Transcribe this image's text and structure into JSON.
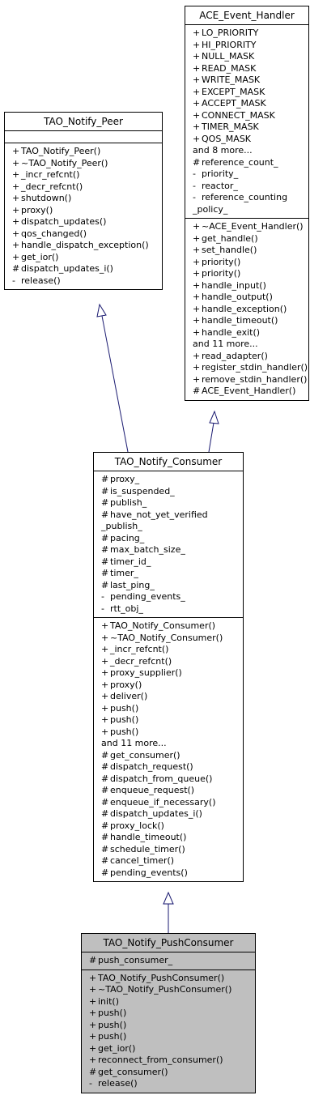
{
  "classes": {
    "ace_event_handler": {
      "name": "ACE_Event_Handler",
      "attributes": [
        {
          "v": "+",
          "t": "LO_PRIORITY"
        },
        {
          "v": "+",
          "t": "HI_PRIORITY"
        },
        {
          "v": "+",
          "t": "NULL_MASK"
        },
        {
          "v": "+",
          "t": "READ_MASK"
        },
        {
          "v": "+",
          "t": "WRITE_MASK"
        },
        {
          "v": "+",
          "t": "EXCEPT_MASK"
        },
        {
          "v": "+",
          "t": "ACCEPT_MASK"
        },
        {
          "v": "+",
          "t": "CONNECT_MASK"
        },
        {
          "v": "+",
          "t": "TIMER_MASK"
        },
        {
          "v": "+",
          "t": "QOS_MASK"
        },
        {
          "v": "",
          "t": "and 8 more..."
        },
        {
          "v": "#",
          "t": "reference_count_"
        },
        {
          "v": "-",
          "t": "priority_"
        },
        {
          "v": "-",
          "t": "reactor_"
        },
        {
          "v": "-",
          "t": "reference_counting"
        },
        {
          "v": "",
          "t": "_policy_"
        }
      ],
      "operations": [
        {
          "v": "+",
          "t": "~ACE_Event_Handler()"
        },
        {
          "v": "+",
          "t": "get_handle()"
        },
        {
          "v": "+",
          "t": "set_handle()"
        },
        {
          "v": "+",
          "t": "priority()"
        },
        {
          "v": "+",
          "t": "priority()"
        },
        {
          "v": "+",
          "t": "handle_input()"
        },
        {
          "v": "+",
          "t": "handle_output()"
        },
        {
          "v": "+",
          "t": "handle_exception()"
        },
        {
          "v": "+",
          "t": "handle_timeout()"
        },
        {
          "v": "+",
          "t": "handle_exit()"
        },
        {
          "v": "",
          "t": "and 11 more..."
        },
        {
          "v": "+",
          "t": "read_adapter()"
        },
        {
          "v": "+",
          "t": "register_stdin_handler()"
        },
        {
          "v": "+",
          "t": "remove_stdin_handler()"
        },
        {
          "v": "#",
          "t": "ACE_Event_Handler()"
        }
      ]
    },
    "tao_notify_peer": {
      "name": "TAO_Notify_Peer",
      "attributes": [],
      "operations": [
        {
          "v": "+",
          "t": "TAO_Notify_Peer()"
        },
        {
          "v": "+",
          "t": "~TAO_Notify_Peer()"
        },
        {
          "v": "+",
          "t": "_incr_refcnt()"
        },
        {
          "v": "+",
          "t": "_decr_refcnt()"
        },
        {
          "v": "+",
          "t": "shutdown()"
        },
        {
          "v": "+",
          "t": "proxy()"
        },
        {
          "v": "+",
          "t": "dispatch_updates()"
        },
        {
          "v": "+",
          "t": "qos_changed()"
        },
        {
          "v": "+",
          "t": "handle_dispatch_exception()"
        },
        {
          "v": "+",
          "t": "get_ior()"
        },
        {
          "v": "#",
          "t": "dispatch_updates_i()"
        },
        {
          "v": "-",
          "t": "release()"
        }
      ]
    },
    "tao_notify_consumer": {
      "name": "TAO_Notify_Consumer",
      "attributes": [
        {
          "v": "#",
          "t": "proxy_"
        },
        {
          "v": "#",
          "t": "is_suspended_"
        },
        {
          "v": "#",
          "t": "publish_"
        },
        {
          "v": "#",
          "t": "have_not_yet_verified"
        },
        {
          "v": "",
          "t": "_publish_"
        },
        {
          "v": "#",
          "t": "pacing_"
        },
        {
          "v": "#",
          "t": "max_batch_size_"
        },
        {
          "v": "#",
          "t": "timer_id_"
        },
        {
          "v": "#",
          "t": "timer_"
        },
        {
          "v": "#",
          "t": "last_ping_"
        },
        {
          "v": "-",
          "t": "pending_events_"
        },
        {
          "v": "-",
          "t": "rtt_obj_"
        }
      ],
      "operations": [
        {
          "v": "+",
          "t": "TAO_Notify_Consumer()"
        },
        {
          "v": "+",
          "t": "~TAO_Notify_Consumer()"
        },
        {
          "v": "+",
          "t": "_incr_refcnt()"
        },
        {
          "v": "+",
          "t": "_decr_refcnt()"
        },
        {
          "v": "+",
          "t": "proxy_supplier()"
        },
        {
          "v": "+",
          "t": "proxy()"
        },
        {
          "v": "+",
          "t": "deliver()"
        },
        {
          "v": "+",
          "t": "push()"
        },
        {
          "v": "+",
          "t": "push()"
        },
        {
          "v": "+",
          "t": "push()"
        },
        {
          "v": "",
          "t": "and 11 more..."
        },
        {
          "v": "#",
          "t": "get_consumer()"
        },
        {
          "v": "#",
          "t": "dispatch_request()"
        },
        {
          "v": "#",
          "t": "dispatch_from_queue()"
        },
        {
          "v": "#",
          "t": "enqueue_request()"
        },
        {
          "v": "#",
          "t": "enqueue_if_necessary()"
        },
        {
          "v": "#",
          "t": "dispatch_updates_i()"
        },
        {
          "v": "#",
          "t": "proxy_lock()"
        },
        {
          "v": "#",
          "t": "handle_timeout()"
        },
        {
          "v": "#",
          "t": "schedule_timer()"
        },
        {
          "v": "#",
          "t": "cancel_timer()"
        },
        {
          "v": "#",
          "t": "pending_events()"
        }
      ]
    },
    "tao_notify_pushconsumer": {
      "name": "TAO_Notify_PushConsumer",
      "attributes": [
        {
          "v": "#",
          "t": "push_consumer_"
        }
      ],
      "operations": [
        {
          "v": "+",
          "t": "TAO_Notify_PushConsumer()"
        },
        {
          "v": "+",
          "t": "~TAO_Notify_PushConsumer()"
        },
        {
          "v": "+",
          "t": "init()"
        },
        {
          "v": "+",
          "t": "push()"
        },
        {
          "v": "+",
          "t": "push()"
        },
        {
          "v": "+",
          "t": "push()"
        },
        {
          "v": "+",
          "t": "get_ior()"
        },
        {
          "v": "+",
          "t": "reconnect_from_consumer()"
        },
        {
          "v": "#",
          "t": "get_consumer()"
        },
        {
          "v": "-",
          "t": "release()"
        }
      ]
    }
  },
  "colors": {
    "focus_fill": "#bfbfbf",
    "arrow_stroke": "#191970"
  }
}
